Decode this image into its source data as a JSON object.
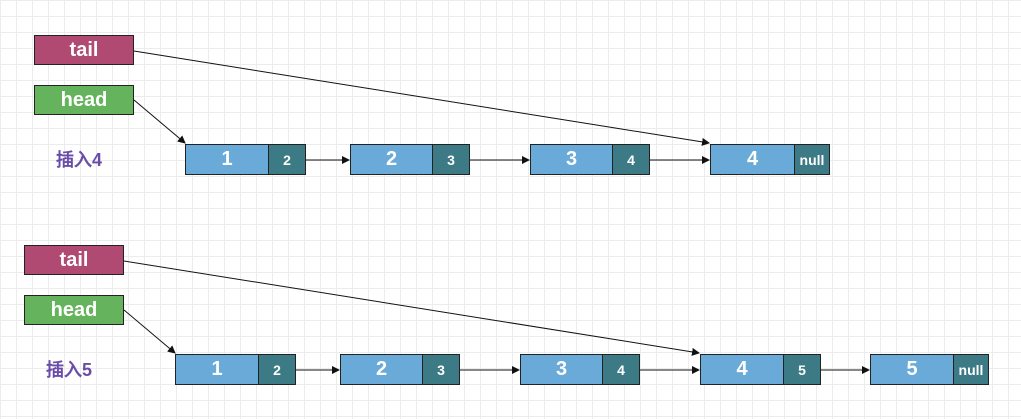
{
  "scenes": [
    {
      "caption": "插入4",
      "tail_label": "tail",
      "head_label": "head",
      "nodes": [
        {
          "value": "1",
          "next": "2"
        },
        {
          "value": "2",
          "next": "3"
        },
        {
          "value": "3",
          "next": "4"
        },
        {
          "value": "4",
          "next": "null"
        }
      ]
    },
    {
      "caption": "插入5",
      "tail_label": "tail",
      "head_label": "head",
      "nodes": [
        {
          "value": "1",
          "next": "2"
        },
        {
          "value": "2",
          "next": "3"
        },
        {
          "value": "3",
          "next": "4"
        },
        {
          "value": "4",
          "next": "5"
        },
        {
          "value": "5",
          "next": "null"
        }
      ]
    }
  ],
  "colors": {
    "tail": "#b14a72",
    "head": "#65b35c",
    "node_value": "#6aaad8",
    "node_next": "#3c7b85",
    "caption": "#6a4da8"
  }
}
